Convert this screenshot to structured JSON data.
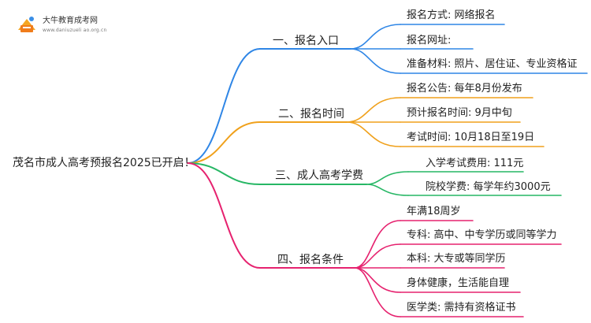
{
  "logo": {
    "name": "大牛教育成考网",
    "url": "www.daniuzueli ao.org.cn"
  },
  "root": {
    "label": "茂名市成人高考预报名2025已开启！"
  },
  "branches": [
    {
      "label": "一、报名入口",
      "color": "#2f86e6",
      "leaves": [
        "报名方式: 网络报名",
        "报名网址:",
        "准备材料: 照片、居住证、专业资格证"
      ]
    },
    {
      "label": "二、报名时间",
      "color": "#f0a11c",
      "leaves": [
        "报名公告: 每年8月份发布",
        "预计报名时间: 9月中旬",
        "考试时间: 10月18日至19日"
      ]
    },
    {
      "label": "三、成人高考学费",
      "color": "#27b765",
      "leaves": [
        "入学考试费用: 111元",
        "院校学费: 每学年约3000元"
      ]
    },
    {
      "label": "四、报名条件",
      "color": "#e6226f",
      "leaves": [
        "年满18周岁",
        "专科: 高中、中专学历或同等学力",
        "本科: 大专或等同学历",
        "身体健康，生活能自理",
        "医学类: 需持有资格证书"
      ]
    }
  ]
}
